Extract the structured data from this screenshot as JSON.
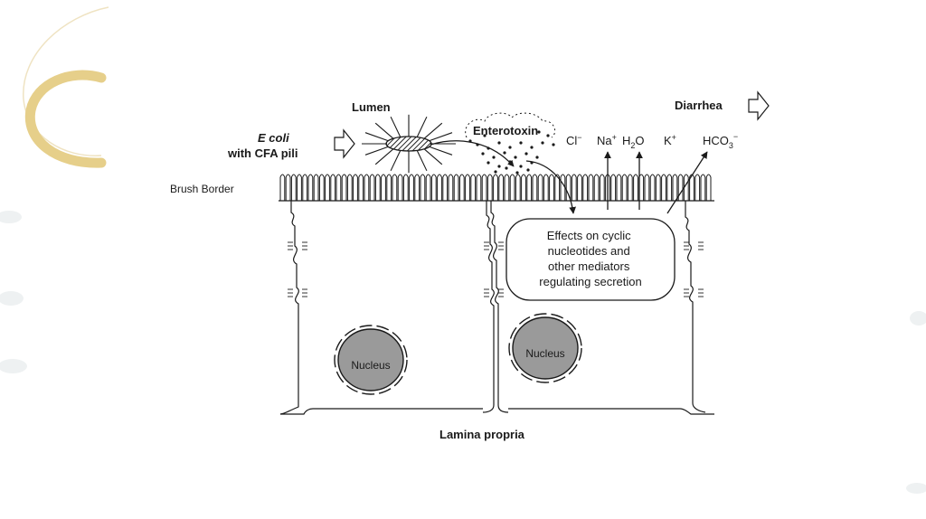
{
  "diagram": {
    "lumen": "Lumen",
    "diarrhea": "Diarrhea",
    "ecoli_line1": "E coli",
    "ecoli_line2": "with CFA pili",
    "enterotoxin": "Enterotoxin",
    "ions": {
      "cl": "Cl",
      "cl_sup": "−",
      "na": "Na",
      "na_sup": "+",
      "h2o_h": "H",
      "h2o_sub": "2",
      "h2o_o": "O",
      "k": "K",
      "k_sup": "+",
      "hco": "HCO",
      "hco_sub": "3",
      "hco_sup": "−"
    },
    "brush_border": "Brush Border",
    "effects_lines": [
      "Effects on cyclic",
      "nucleotides and",
      "other mediators",
      "regulating secretion"
    ],
    "nucleus_left": "Nucleus",
    "nucleus_right": "Nucleus",
    "lamina_propria": "Lamina propria"
  }
}
